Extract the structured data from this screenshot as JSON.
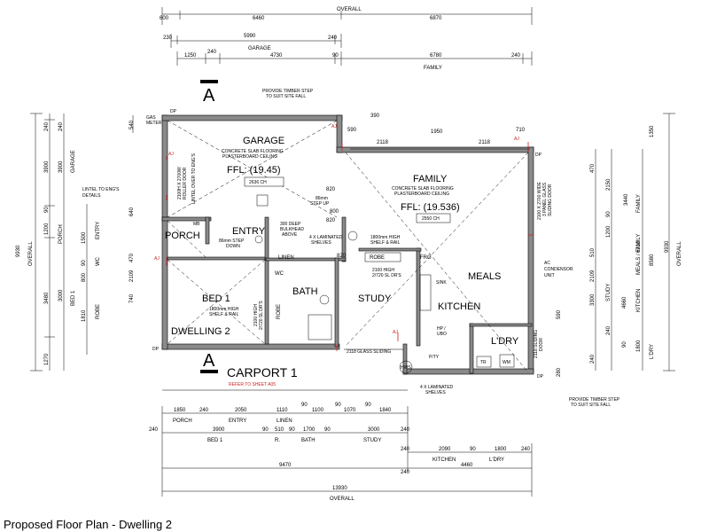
{
  "title": "Proposed Floor Plan - Dwelling 2",
  "rooms": {
    "garage": "GARAGE",
    "family": "FAMILY",
    "porch": "PORCH",
    "entry": "ENTRY",
    "bed1": "BED 1",
    "bath": "BATH",
    "study": "STUDY",
    "meals": "MEALS",
    "kitchen": "KITCHEN",
    "ldry": "L'DRY",
    "dwelling": "DWELLING 2",
    "carport": "CARPORT 1",
    "linen": "LINEN",
    "robe_bed": "ROBE",
    "robe_study": "ROBE",
    "wc": "WC",
    "frg": "FRG"
  },
  "garage_notes": {
    "flooring": "CONCRETE SLAB FLOORING",
    "ceiling": "PLASTERBOARD CEILING",
    "ffl": "FFL: (19.45)",
    "ch": "2636 CH"
  },
  "family_notes": {
    "flooring": "CONCRETE SLAB FLOORING",
    "ceiling": "PLASTERBOARD CEILING",
    "ffl": "FFL: (19.536)",
    "ch": "2550 CH"
  },
  "notes": {
    "timber_step_top_1": "PROVIDE TIMBER STEP",
    "timber_step_top_2": "TO SUIT SITE FALL",
    "timber_step_right_1": "PROVIDE TIMBER STEP",
    "timber_step_right_2": "TO SUIT SITE FALL",
    "lintel_1": "LINTEL TO ENG'S",
    "lintel_2": "DETAILS",
    "step_up_1": "86mm",
    "step_up_2": "STEP UP",
    "step_down_1": "86mm STEP",
    "step_down_2": "DOWN",
    "gas_meter_1": "GAS",
    "gas_meter_2": "METER",
    "mb": "MB",
    "carport_ref": "REFER TO SHEET A05",
    "glass_sliding": "2118 GLASS SLIDING",
    "laminated_top_1": "4 X LAMINATED",
    "laminated_top_2": "SHELVES",
    "laminated_bottom_1": "4 X LAMINATED",
    "laminated_bottom_2": "SHELVES",
    "shelf_rail_1": "1800mm HIGH",
    "shelf_rail_2": "SHELF & RAIL",
    "shelf_rail_bed_1": "1800mm HIGH",
    "shelf_rail_bed_2": "SHELF & RAIL",
    "bulkhead_1": "300 DEEP",
    "bulkhead_2": "BULKHEAD",
    "bulkhead_3": "ABOVE",
    "ac_1": "AC",
    "ac_2": "CONDENSOR",
    "ac_3": "UNIT",
    "sink": "SINK",
    "hp_1": "HP /",
    "hp_2": "UBO",
    "pty": "P/TY",
    "tr": "TR",
    "wm": "WM",
    "hws": "HWS",
    "dp_1": "DP",
    "dp_2": "DP",
    "dp_3": "DP",
    "dp_4": "DP",
    "aj_1": "AJ",
    "aj_2": "AJ",
    "aj_3": "AJ",
    "aj_4": "AJ",
    "aj_5": "AJ",
    "section_a_top": "A",
    "section_a_bottom": "A",
    "doors": {
      "garage_roller_1": "2100H X 2700W",
      "garage_roller_2": "ROLLER DOOR",
      "lintel_over": "LINTEL OVER TO ENG'S",
      "family_slide_1": "2100 X 2700 WIDE",
      "family_slide_2": "3 PANEL GLASS",
      "family_slide_3": "SLIDING DOOR",
      "robe_doors_1": "2100 HIGH",
      "robe_doors_2": "2/720 SL DR'S",
      "bed_doors_1": "2100 HIGH",
      "bed_doors_2": "2/720 SL DR'S",
      "ldry_slide_1": "2118 SLIDING",
      "ldry_slide_2": "DOOR"
    }
  },
  "dims_top": {
    "overall_label": "OVERALL",
    "overall_a": "600",
    "overall_b": "6460",
    "overall_c": "6870",
    "garage_a": "230",
    "garage_b": "5990",
    "garage_c": "240",
    "garage_label": "GARAGE",
    "r3_a": "1250",
    "r3_b": "240",
    "r3_c": "4730",
    "r3_d": "90",
    "r3_e": "6780",
    "r3_f": "240",
    "family_label": "FAMILY",
    "small_390": "390",
    "small_590": "590",
    "small_710": "710",
    "win_1950": "1950",
    "win_2118_a": "2118",
    "win_2118_b": "2118",
    "small_820_a": "820",
    "small_820_b": "820",
    "small_800": "800",
    "small_820_c": "820"
  },
  "dims_bottom": {
    "porch_a": "1850",
    "porch_b": "240",
    "porch_label": "PORCH",
    "entry_a": "2050",
    "entry_label": "ENTRY",
    "linen_a": "1110",
    "linen_label": "LINEN",
    "b_90_a": "90",
    "b_1100": "1100",
    "b_90_b": "90",
    "b_1070": "1070",
    "b_90_c": "90",
    "b_1840": "1840",
    "r2_240": "240",
    "r2_3900": "3900",
    "r2_90_a": "90",
    "r2_510": "510",
    "r2_90_b": "90",
    "r2_1700": "1700",
    "r2_90_c": "90",
    "r2_3000": "3000",
    "r2_240_b": "240",
    "bed1_label": "BED 1",
    "r_label": "R.",
    "bath_label": "BATH",
    "study_label": "STUDY",
    "r3_240": "240",
    "r3_2090": "2090",
    "r3_90": "90",
    "r3_1800": "1800",
    "r3_240_b": "240",
    "kitchen_label": "KITCHEN",
    "ldry_label": "L'DRY",
    "r4_4460": "4460",
    "r4_9470": "9470",
    "r4_240": "240",
    "overall_val": "13930",
    "overall_label": "OVERALL"
  },
  "dims_left": {
    "overall_label": "OVERALL",
    "overall_val": "9930",
    "a_240": "240",
    "a_3900": "3900",
    "a_90": "90",
    "a_1200": "1200",
    "a_90_b": "90",
    "a_3480": "3480",
    "a_1270": "1270",
    "garage_label": "GARAGE",
    "garage_val": "3900",
    "porch_label": "PORCH",
    "bed1_label": "BED 1",
    "wc_label": "WC",
    "robe_label": "ROBE",
    "entry_label": "ENTRY",
    "c_1500": "1500",
    "c_90": "90",
    "c_800": "800",
    "c_3000": "3000",
    "c_1810": "1810",
    "c_240": "240",
    "c_470": "470",
    "c_2109": "2109",
    "c_740": "740",
    "c_640": "640",
    "c_540": "540"
  },
  "dims_right": {
    "overall_label": "OVERALL",
    "overall_val": "9930",
    "family_label": "FAMILY",
    "meals_label": "MEALS / FAMILY",
    "study_label": "STUDY",
    "kitchen_label": "KITCHEN",
    "ldry_label": "L'DRY",
    "r_1350": "1350",
    "r_470": "470",
    "r_2150": "2150",
    "r_3440": "3440",
    "r_90": "90",
    "r_1200": "1200",
    "r_6210": "6210",
    "r_8580": "8580",
    "r_510": "510",
    "r_2109": "2109",
    "r_3300": "3300",
    "r_590": "590",
    "r_4660": "4660",
    "r_1800": "1800",
    "r_240": "240",
    "r_280": "280",
    "r_240_b": "240",
    "r_90_b": "90"
  }
}
